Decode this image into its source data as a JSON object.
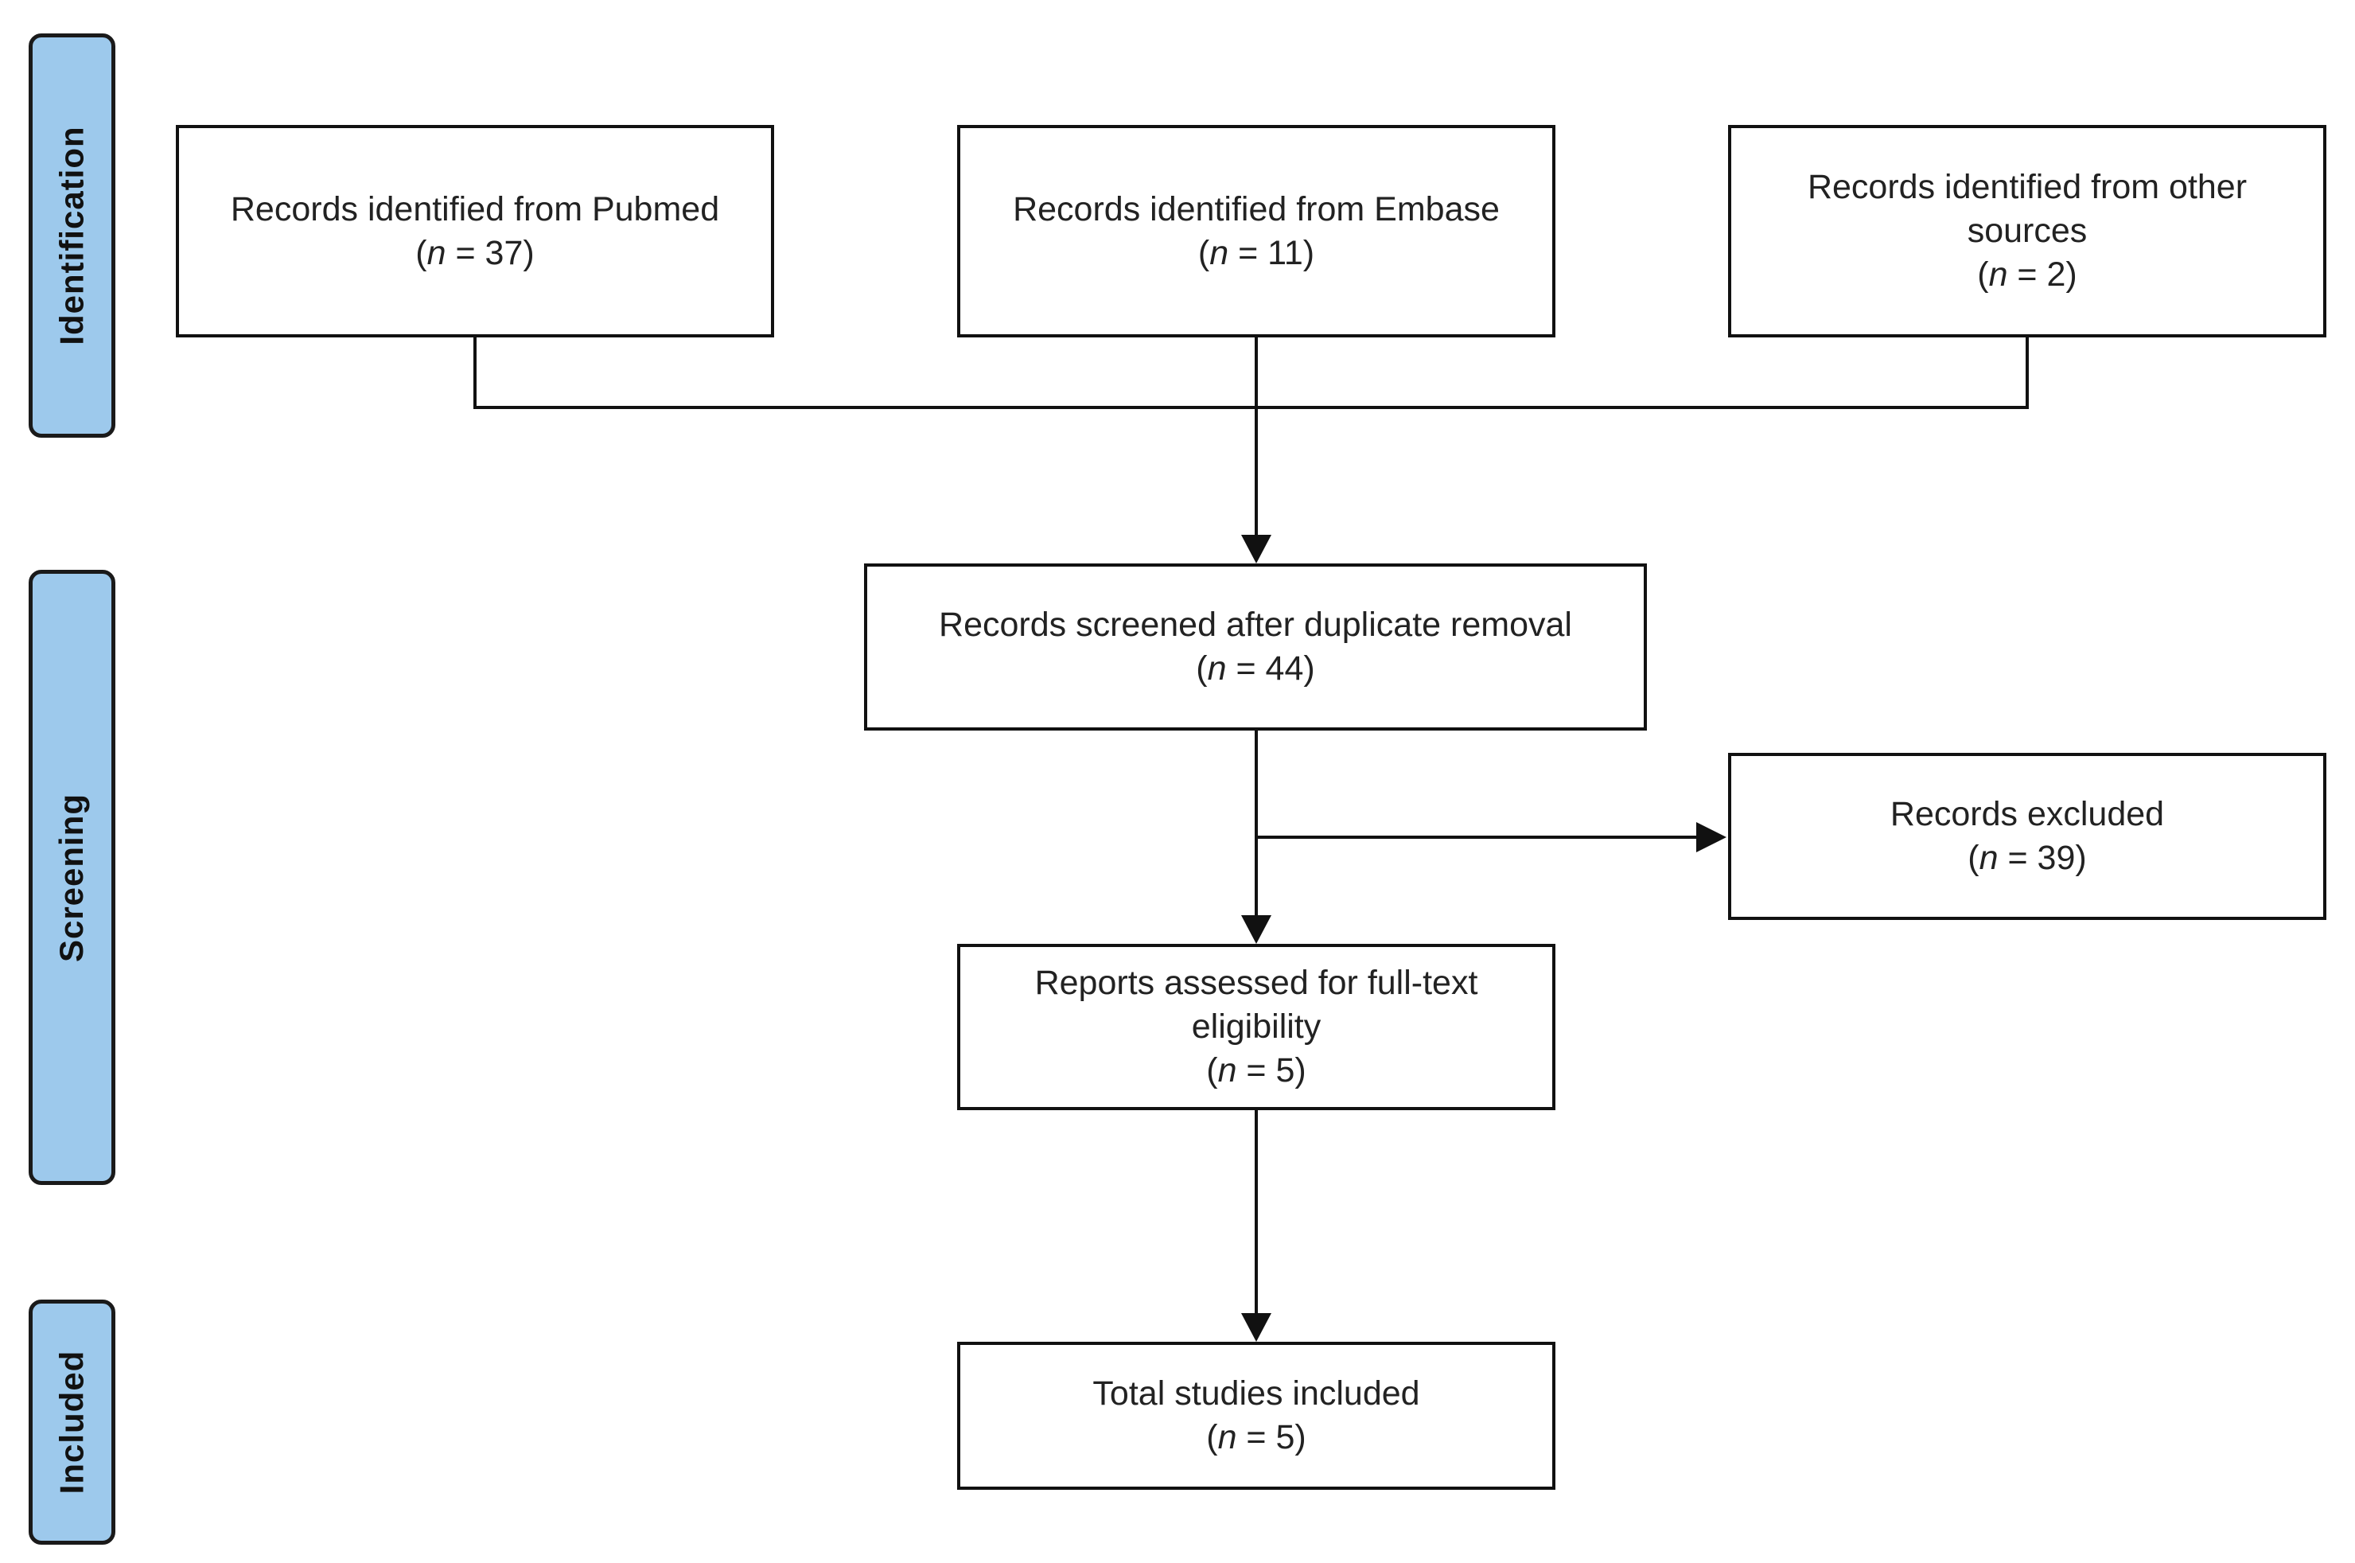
{
  "phases": {
    "identification": {
      "label": "Identification"
    },
    "screening": {
      "label": "Screening"
    },
    "included": {
      "label": "Included"
    }
  },
  "boxes": {
    "pubmed": {
      "text": "Records identified from Pubmed",
      "n": "37"
    },
    "embase": {
      "text": "Records identified from Embase",
      "n": "11"
    },
    "other": {
      "text": "Records identified from other sources",
      "n": "2"
    },
    "screened": {
      "text": "Records screened after duplicate removal",
      "n": "44"
    },
    "excluded": {
      "text": "Records excluded",
      "n": "39"
    },
    "assessed": {
      "text": "Reports assessed for full-text eligibility",
      "n": "5"
    },
    "included": {
      "text": "Total studies included",
      "n": "5"
    }
  },
  "count_prefix": "n",
  "count_equals": " = ",
  "colors": {
    "phase_fill": "#9dc9ec",
    "box_border": "#111111",
    "line": "#111111"
  }
}
